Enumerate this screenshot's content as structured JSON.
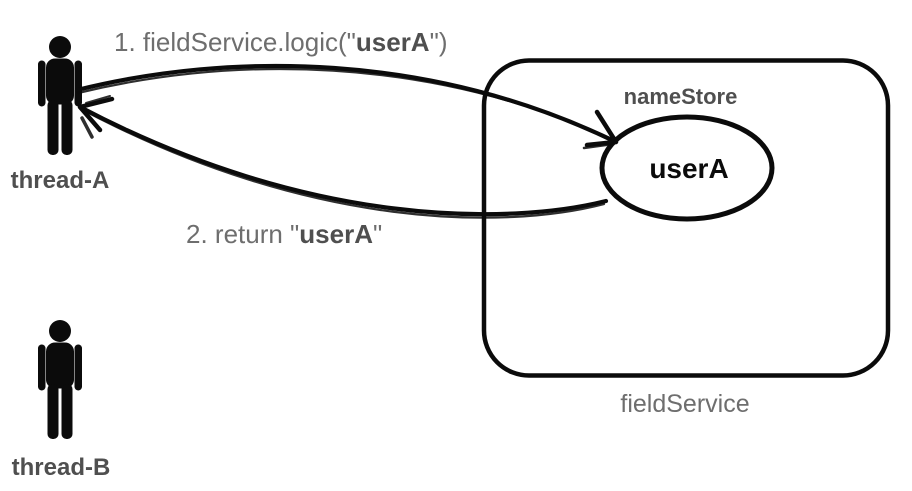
{
  "actors": [
    {
      "label": "thread-A"
    },
    {
      "label": "thread-B"
    }
  ],
  "messages": [
    {
      "prefix": "1. fieldService.logic(\"",
      "emphasis": "userA",
      "suffix": "\")"
    },
    {
      "prefix": "2. return \"",
      "emphasis": "userA",
      "suffix": "\""
    }
  ],
  "service": {
    "box_label": "fieldService",
    "store_label": "nameStore",
    "node_label": "userA"
  },
  "colors": {
    "ink": "#0b0b0b",
    "gray_regular": "#6e6e6e",
    "gray_bold": "#4f4f4f"
  }
}
